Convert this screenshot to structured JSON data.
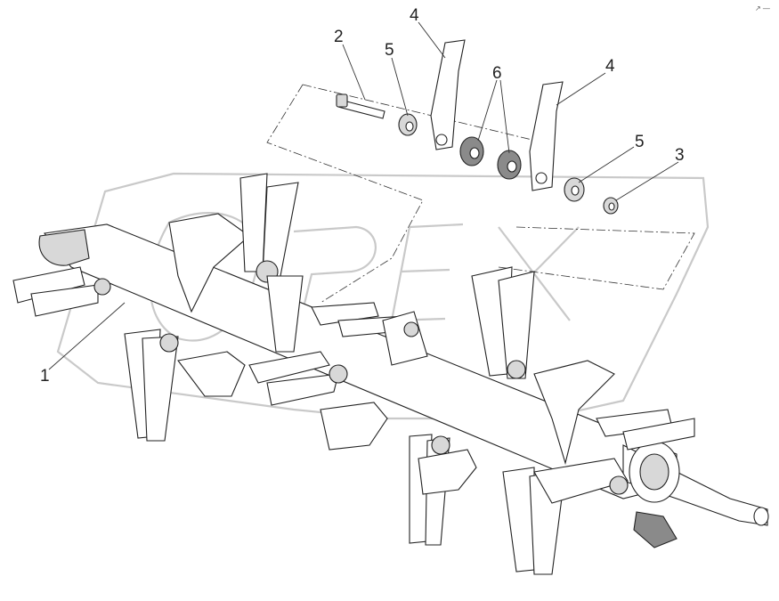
{
  "callouts": [
    {
      "id": "c1",
      "text": "1"
    },
    {
      "id": "c2",
      "text": "2"
    },
    {
      "id": "c3",
      "text": "3"
    },
    {
      "id": "c4a",
      "text": "4"
    },
    {
      "id": "c4b",
      "text": "4"
    },
    {
      "id": "c5a",
      "text": "5"
    },
    {
      "id": "c5b",
      "text": "5"
    },
    {
      "id": "c6",
      "text": "6"
    }
  ],
  "corner_mark": "↗ —",
  "icons": {
    "watermark": "watermark-logo"
  }
}
